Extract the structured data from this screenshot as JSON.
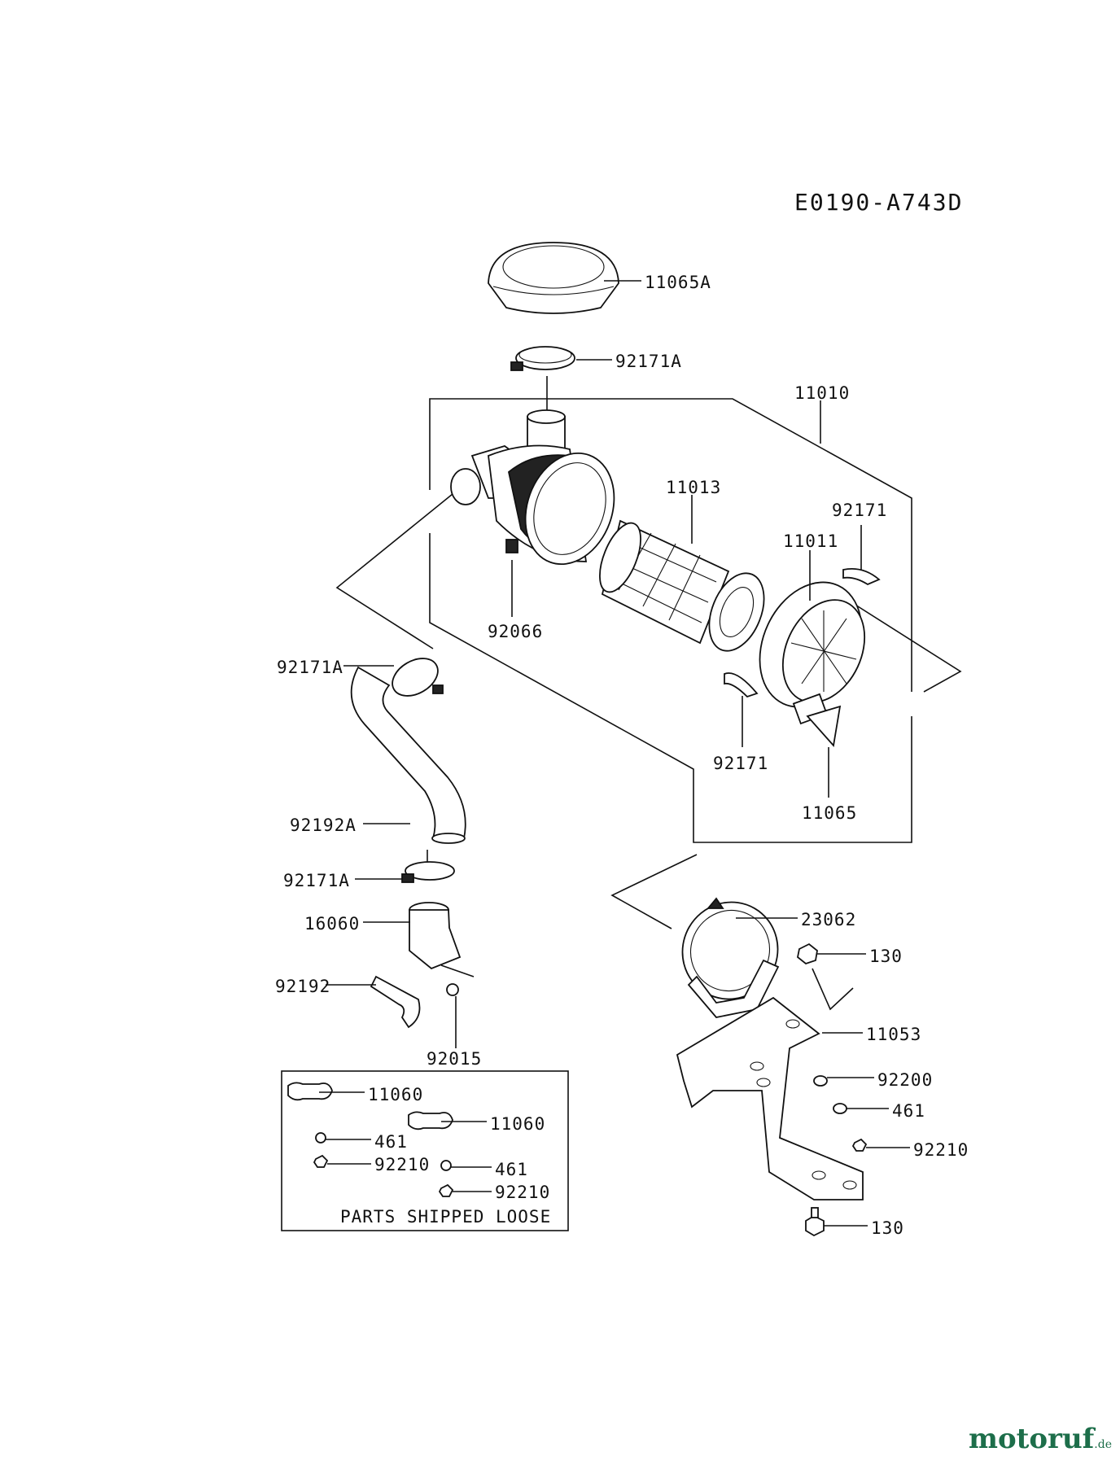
{
  "diagram_code": "E0190-A743D",
  "labels": {
    "p11065A": "11065A",
    "p92171A_top": "92171A",
    "p11010": "11010",
    "p11013": "11013",
    "p92171_right": "92171",
    "p11011": "11011",
    "p92066": "92066",
    "p92171A_left": "92171A",
    "p92171_low": "92171",
    "p11065": "11065",
    "p92192A": "92192A",
    "p92171A_low": "92171A",
    "p16060": "16060",
    "p92192": "92192",
    "p92015": "92015",
    "p23062": "23062",
    "p130_top": "130",
    "p11053": "11053",
    "p92200": "92200",
    "p461_right": "461",
    "p92210_right": "92210",
    "p130_bottom": "130"
  },
  "loose_box": {
    "title": "PARTS SHIPPED LOOSE",
    "p11060_a": "11060",
    "p461_a": "461",
    "p92210_a": "92210",
    "p11060_b": "11060",
    "p461_b": "461",
    "p92210_b": "92210"
  },
  "watermark": {
    "brand": "motoruf",
    "tld": ".de"
  }
}
